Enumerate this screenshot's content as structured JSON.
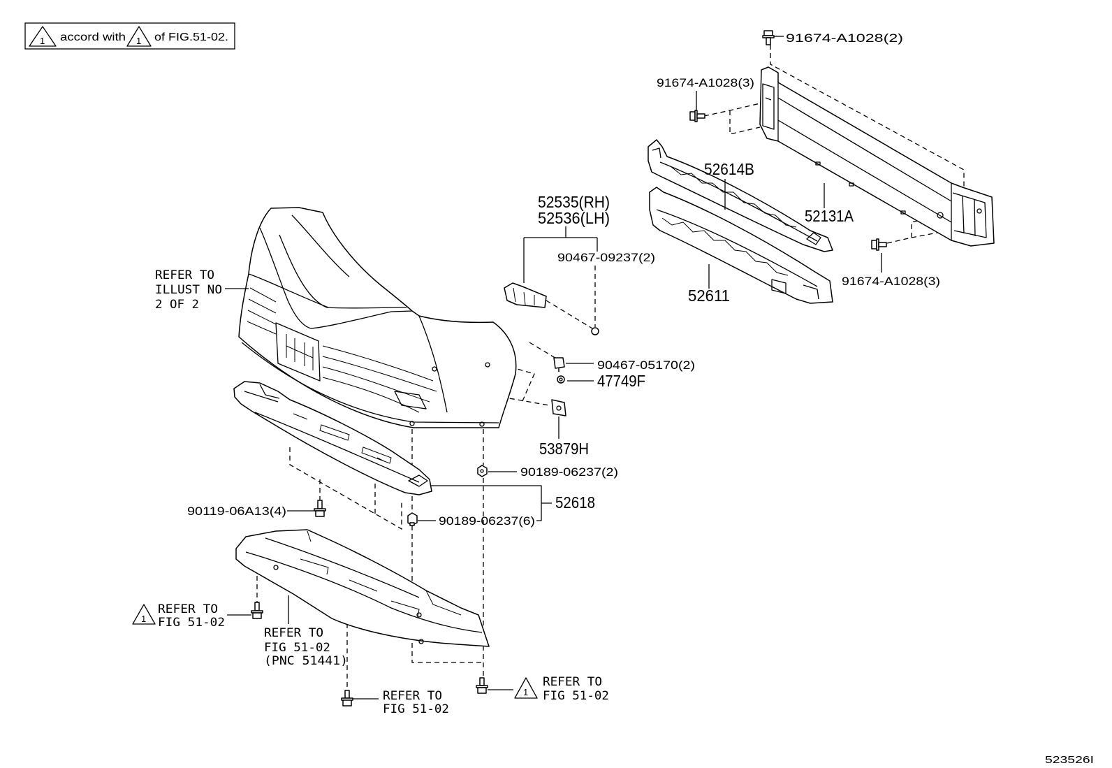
{
  "warning_symbol": "1",
  "note": {
    "prefix": "accord with",
    "suffix": "of FIG.51-02."
  },
  "labels": {
    "bolt_top": "91674-A1028(2)",
    "bolt_left": "91674-A1028(3)",
    "absorber_upper": "52614B",
    "reinforcement": "52131A",
    "bracket_rh": "52535(RH)",
    "bracket_lh": "52536(LH)",
    "clip_bracket": "90467-09237(2)",
    "refer_illust": [
      "REFER TO",
      "ILLUST NO",
      "2 OF 2"
    ],
    "absorber_lower": "52611",
    "bolt_right": "91674-A1028(3)",
    "clip_side": "90467-05170(2)",
    "nut_side": "47749F",
    "bracket_side": "53879H",
    "clip_lower_2": "90189-06237(2)",
    "shield": "52618",
    "bolt_shield": "90119-06A13(4)",
    "clip_lower_6": "90189-06237(6)",
    "refer_left": [
      "REFER TO",
      "FIG 51-02"
    ],
    "refer_cover": [
      "REFER TO",
      "FIG 51-02",
      "(PNC 51441)"
    ],
    "refer_bottom": [
      "REFER TO",
      "FIG 51-02"
    ],
    "refer_right": [
      "REFER TO",
      "FIG 51-02"
    ]
  },
  "figure_id": "523526I"
}
